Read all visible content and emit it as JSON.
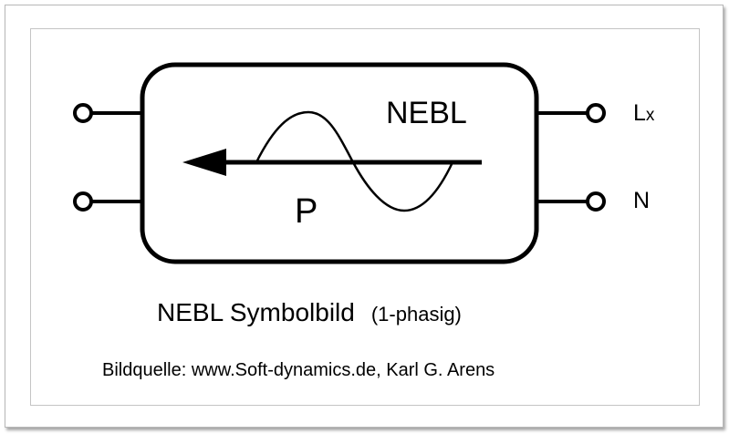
{
  "diagram": {
    "block_label": "NEBL",
    "power_label": "P",
    "terminals": {
      "right_top": {
        "main": "L",
        "sub": "x"
      },
      "right_bottom": "N"
    },
    "caption": {
      "title": "NEBL Symbolbild",
      "subtitle": "(1-phasig)"
    },
    "source": "Bildquelle: www.Soft-dynamics.de, Karl G. Arens",
    "colors": {
      "stroke": "#000000",
      "background": "#ffffff",
      "frame_border": "#b8b8b8"
    }
  }
}
